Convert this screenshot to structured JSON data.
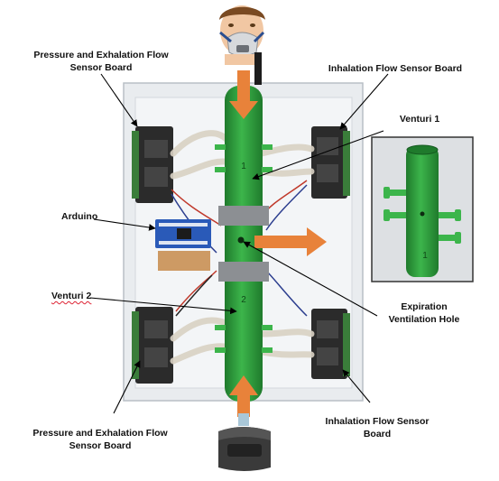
{
  "labels": {
    "pressure_board_top_1": "Pressure and Exhalation Flow",
    "pressure_board_top_2": "Sensor Board",
    "inhalation_board_top": "Inhalation Flow Sensor Board",
    "venturi_1": "Venturi 1",
    "arduino": "Arduino",
    "venturi_2": "Venturi 2",
    "expiration_1": "Expiration",
    "expiration_2": "Ventilation Hole",
    "pressure_board_bottom_1": "Pressure and Exhalation Flow",
    "pressure_board_bottom_2": "Sensor Board",
    "inhalation_board_bottom_1": "Inhalation Flow Sensor",
    "inhalation_board_bottom_2": "Board"
  },
  "tube_markings": {
    "venturi_1_number": "1",
    "venturi_2_number": "2",
    "inset_number": "1"
  },
  "colors": {
    "tube_green": "#2f9e3c",
    "arrow_orange": "#e8823a",
    "board_dark": "#2b2b2b",
    "board_green": "#3a7d3a",
    "arduino_blue": "#2a5ab8",
    "acrylic": "#e9ecef"
  },
  "icons": {
    "patient_mask": "patient-mask-icon",
    "cpap_device": "cpap-device-icon"
  }
}
